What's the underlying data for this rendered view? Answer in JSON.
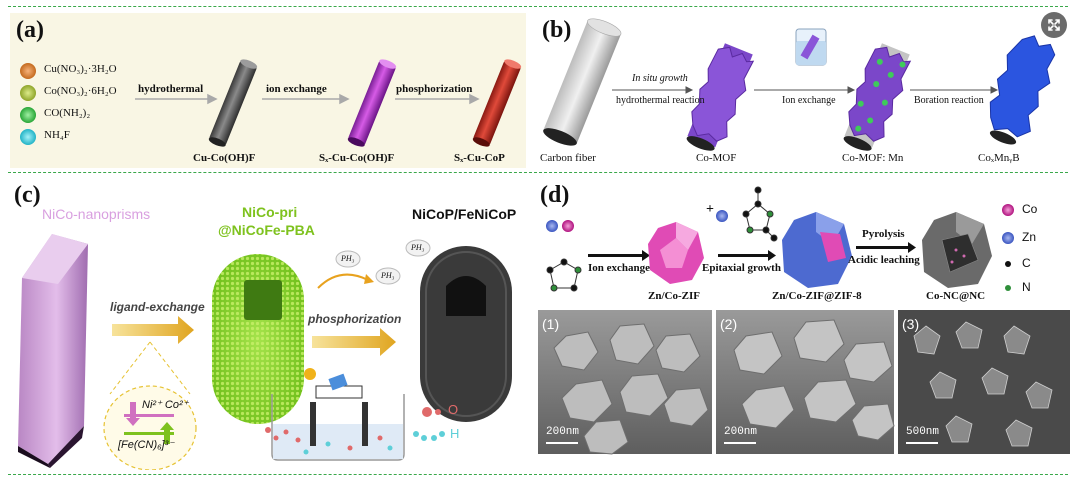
{
  "panel_a": {
    "label": "(a)",
    "legend": [
      {
        "text": "Cu(NO₃)₂·3H₂O",
        "color": "#d4782a"
      },
      {
        "text": "Co(NO₃)₂·6H₂O",
        "color": "#a9c23c"
      },
      {
        "text": "CO(NH₂)₂",
        "color": "#3cbf4a"
      },
      {
        "text": "NH₄F",
        "color": "#37c6d6"
      }
    ],
    "step1": "hydrothermal",
    "step2": "ion exchange",
    "step3": "phosphorization",
    "product1": "Cu-Co(OH)F",
    "product2": "Sₓ-Cu-Co(OH)F",
    "product3": "Sₓ-Cu-CoP"
  },
  "panel_b": {
    "label": "(b)",
    "step1_top": "In situ growth",
    "step1_bottom": "hydrothermal reaction",
    "step2": "Ion exchange",
    "step3": "Boration reaction",
    "item1": "Carbon fiber",
    "item2": "Co-MOF",
    "item3": "Co-MOF: Mn",
    "item4": "CoₓMnᵧB"
  },
  "panel_c": {
    "label": "(c)",
    "title1": "NiCo-nanoprisms",
    "title2_line1": "NiCo-pri",
    "title2_line2": "@NiCoFe-PBA",
    "title3": "NiCoP/FeNiCoP",
    "step1": "ligand-exchange",
    "step2": "phosphorization",
    "ph3": "PH₃",
    "ions_top": "Ni²⁺ Co²⁺",
    "ions_bottom": "[Fe(CN)₆]³⁻",
    "atom_o": "O",
    "atom_h": "H"
  },
  "panel_d": {
    "label": "(d)",
    "step1": "Ion exchange",
    "step2": "Epitaxial growth",
    "step3_top": "Pyrolysis",
    "step3_bottom": "Acidic leaching",
    "plus": "+",
    "prod1": "Zn/Co-ZIF",
    "prod2": "Zn/Co-ZIF@ZIF-8",
    "prod3": "Co-NC@NC",
    "legend": [
      {
        "text": "Co",
        "color": "#b0127f"
      },
      {
        "text": "Zn",
        "color": "#4b66c8"
      },
      {
        "text": "C",
        "color": "#111111"
      },
      {
        "text": "N",
        "color": "#2f8f3a"
      }
    ],
    "sem": [
      {
        "num": "(1)",
        "scale": "200nm"
      },
      {
        "num": "(2)",
        "scale": "200nm"
      },
      {
        "num": "(3)",
        "scale": "500nm"
      }
    ]
  }
}
